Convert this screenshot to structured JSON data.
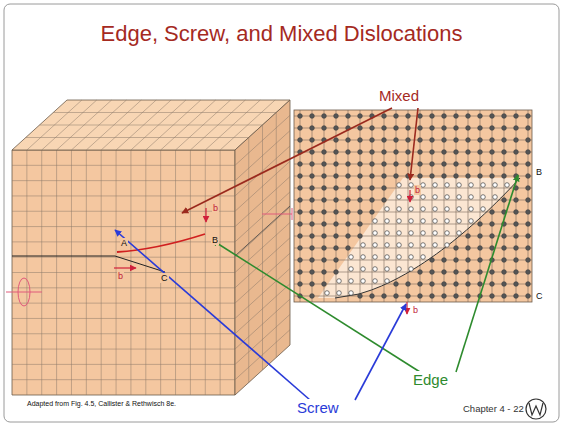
{
  "diagram": {
    "title": "Edge, Screw, and Mixed Dislocations",
    "labels": [
      "Mixed",
      "A",
      "b",
      "C",
      "B",
      "b",
      "b",
      "B",
      "C",
      "b",
      "Edge",
      "Screw",
      "Adapted from Fig. 4.5, Callister & Rethwisch 8e.",
      "Chapter 4 - 22"
    ]
  }
}
